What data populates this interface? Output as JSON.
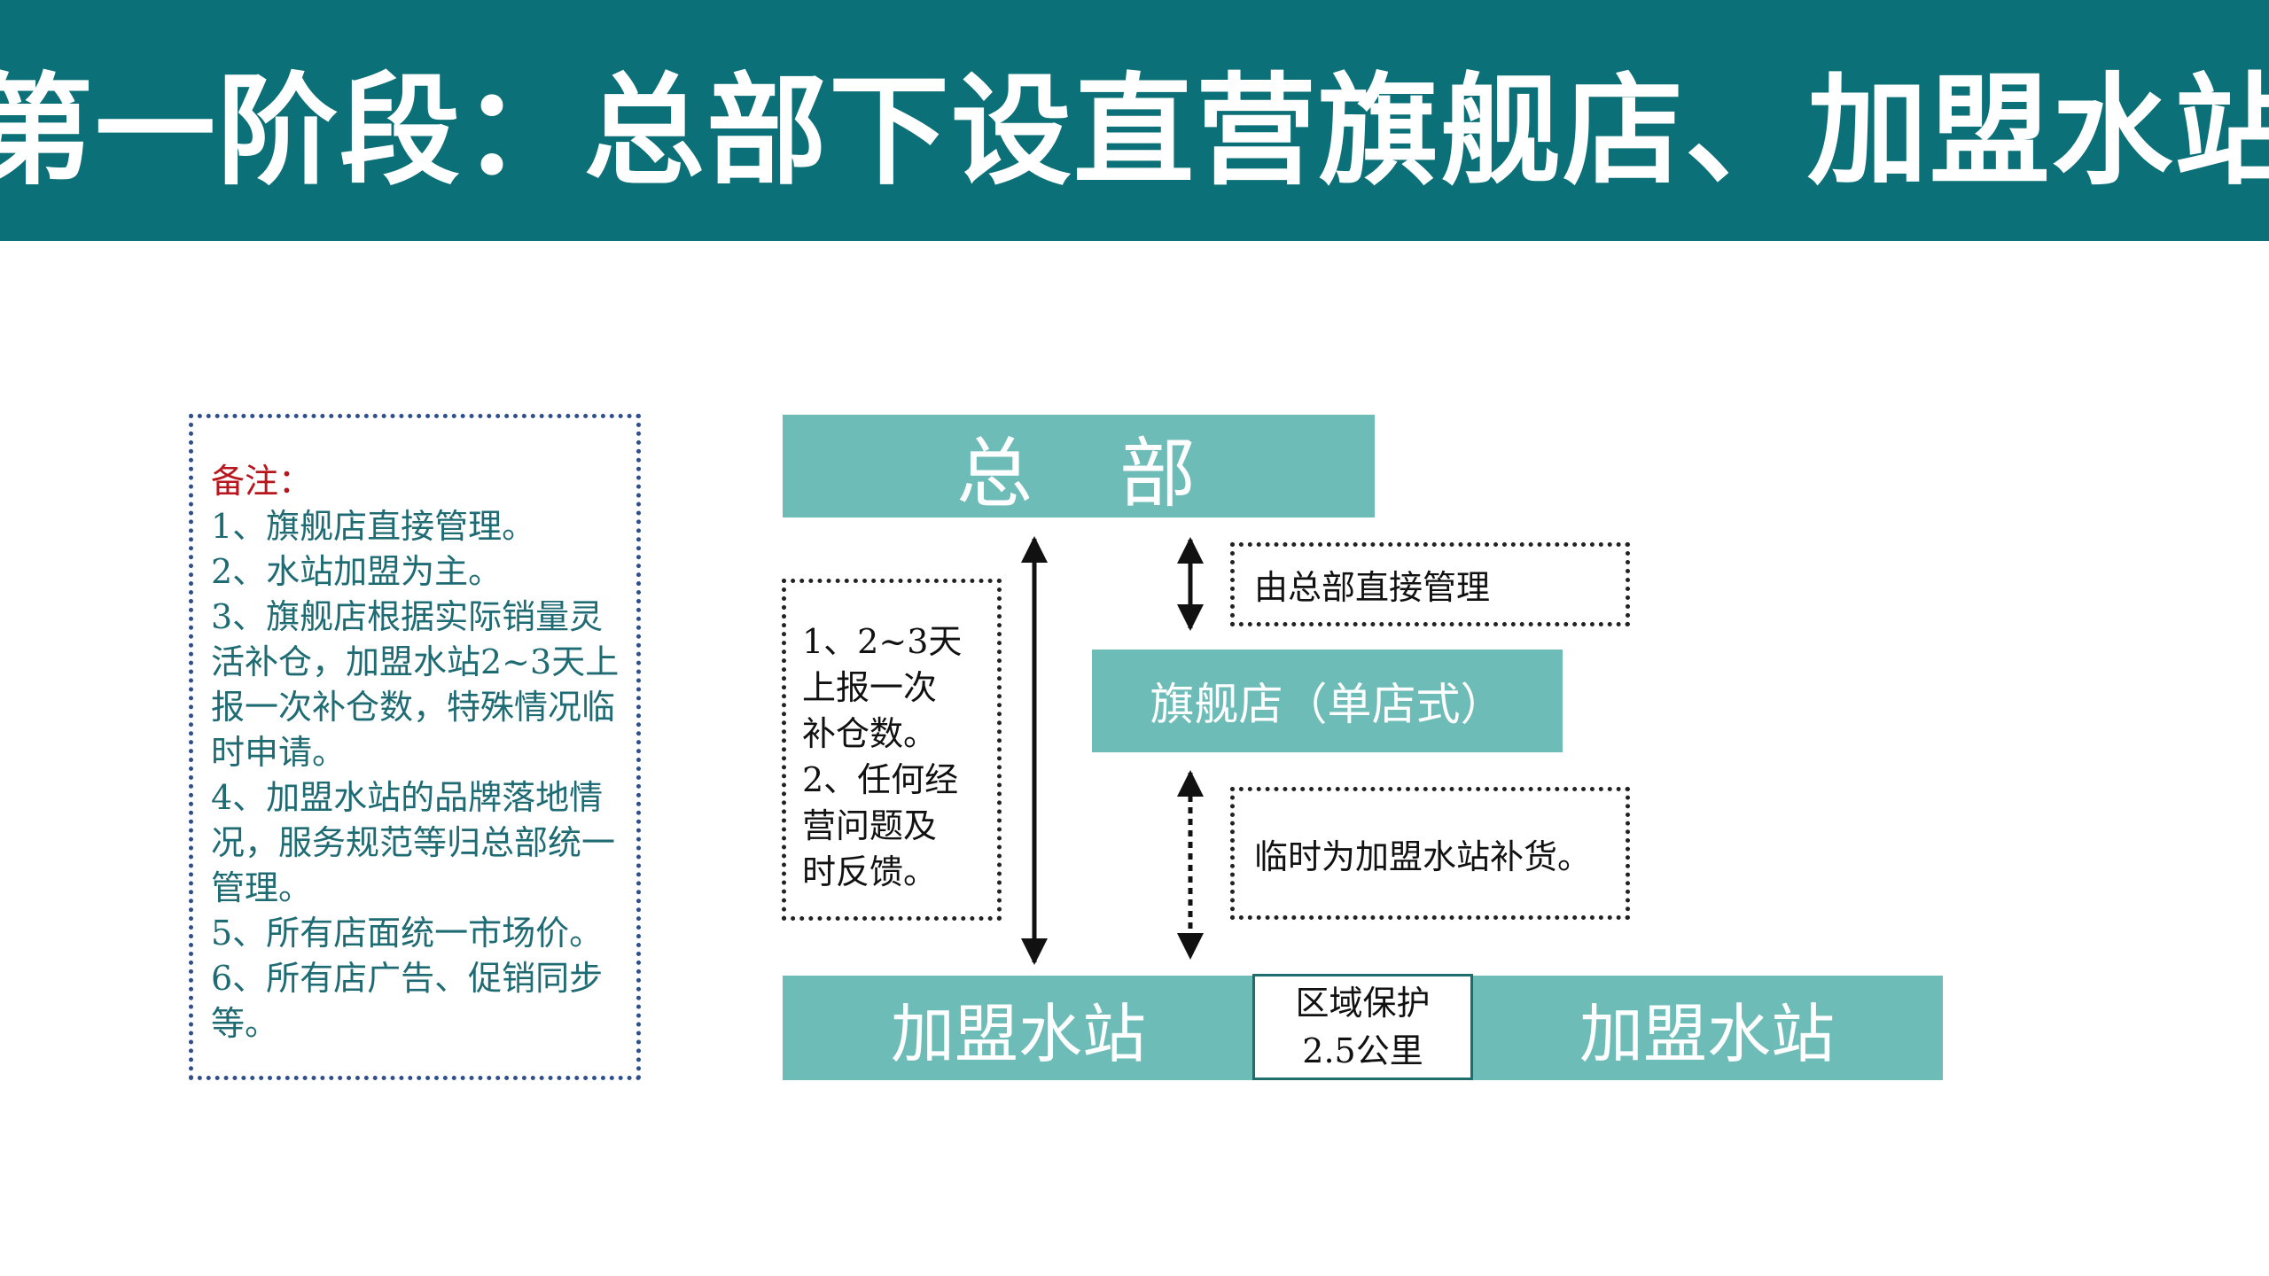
{
  "title": "第一阶段：总部下设直营旗舰店、加盟水站",
  "notes": {
    "heading": "备注：",
    "items": [
      "1、旗舰店直接管理。",
      "2、水站加盟为主。",
      "3、旗舰店根据实际销量灵活补仓，加盟水站2~3天上报一次补仓数，特殊情况临时申请。",
      "4、加盟水站的品牌落地情况，服务规范等归总部统一管理。",
      "5、所有店面统一市场价。",
      "6、所有店广告、促销同步等。"
    ]
  },
  "diagram": {
    "headquarters": "总　部",
    "flagship": "旗舰店（单店式）",
    "franchise_left": "加盟水站",
    "franchise_right": "加盟水站",
    "zone_line1": "区域保护",
    "zone_line2": "2.5公里",
    "report_lines": [
      "1、2~3天",
      "上报一次",
      "补仓数。",
      "2、任何经",
      "营问题及",
      "时反馈。"
    ],
    "mgmt_label": "由总部直接管理",
    "supply_label": "临时为加盟水站补货。"
  },
  "colors": {
    "title_bar": "#0b7077",
    "box_fill": "#6dbcb8",
    "notes_heading": "#b8161c",
    "notes_text": "#1f6b73",
    "notes_border": "#2e4f8c"
  }
}
